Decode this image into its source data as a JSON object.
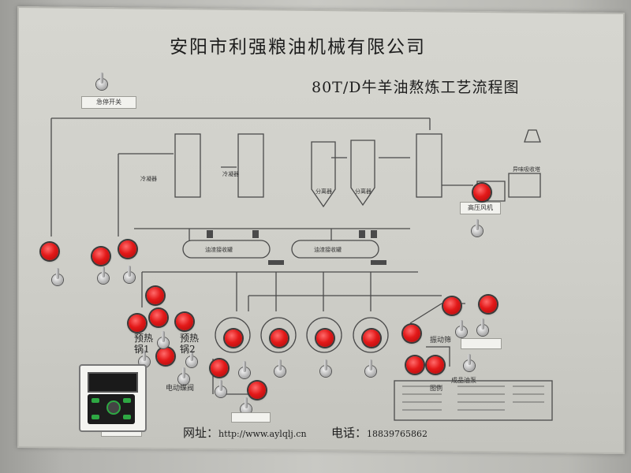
{
  "header": {
    "company": "安阳市利强粮油机械有限公司",
    "process_title": "80T/D牛羊油熬炼工艺流程图"
  },
  "top_switch": {
    "label": "急停开关"
  },
  "equipment": {
    "tank_left": "油渣接收罐",
    "tank_right": "油渣接收罐",
    "fan": "高压风机",
    "tower": "异味吸收塔",
    "separator_1": "分离器",
    "separator_2": "分离器",
    "condenser_1": "冷凝器",
    "condenser_2": "冷凝器"
  },
  "controls": {
    "preheat_1": "预热\n锅1",
    "preheat_2": "预热\n锅2",
    "motor": "电动蝶阀",
    "vibrator": "振动筛",
    "product_pump": "成品油泵"
  },
  "legend": {
    "title": "图例"
  },
  "footer": {
    "website_label": "网址：",
    "website": "http://www.aylqlj.cn",
    "phone_label": "电话：",
    "phone": "18839765862"
  },
  "colors": {
    "lamp": "#e31919",
    "panel": "#d3d3cd",
    "line": "#4a4a4a"
  }
}
